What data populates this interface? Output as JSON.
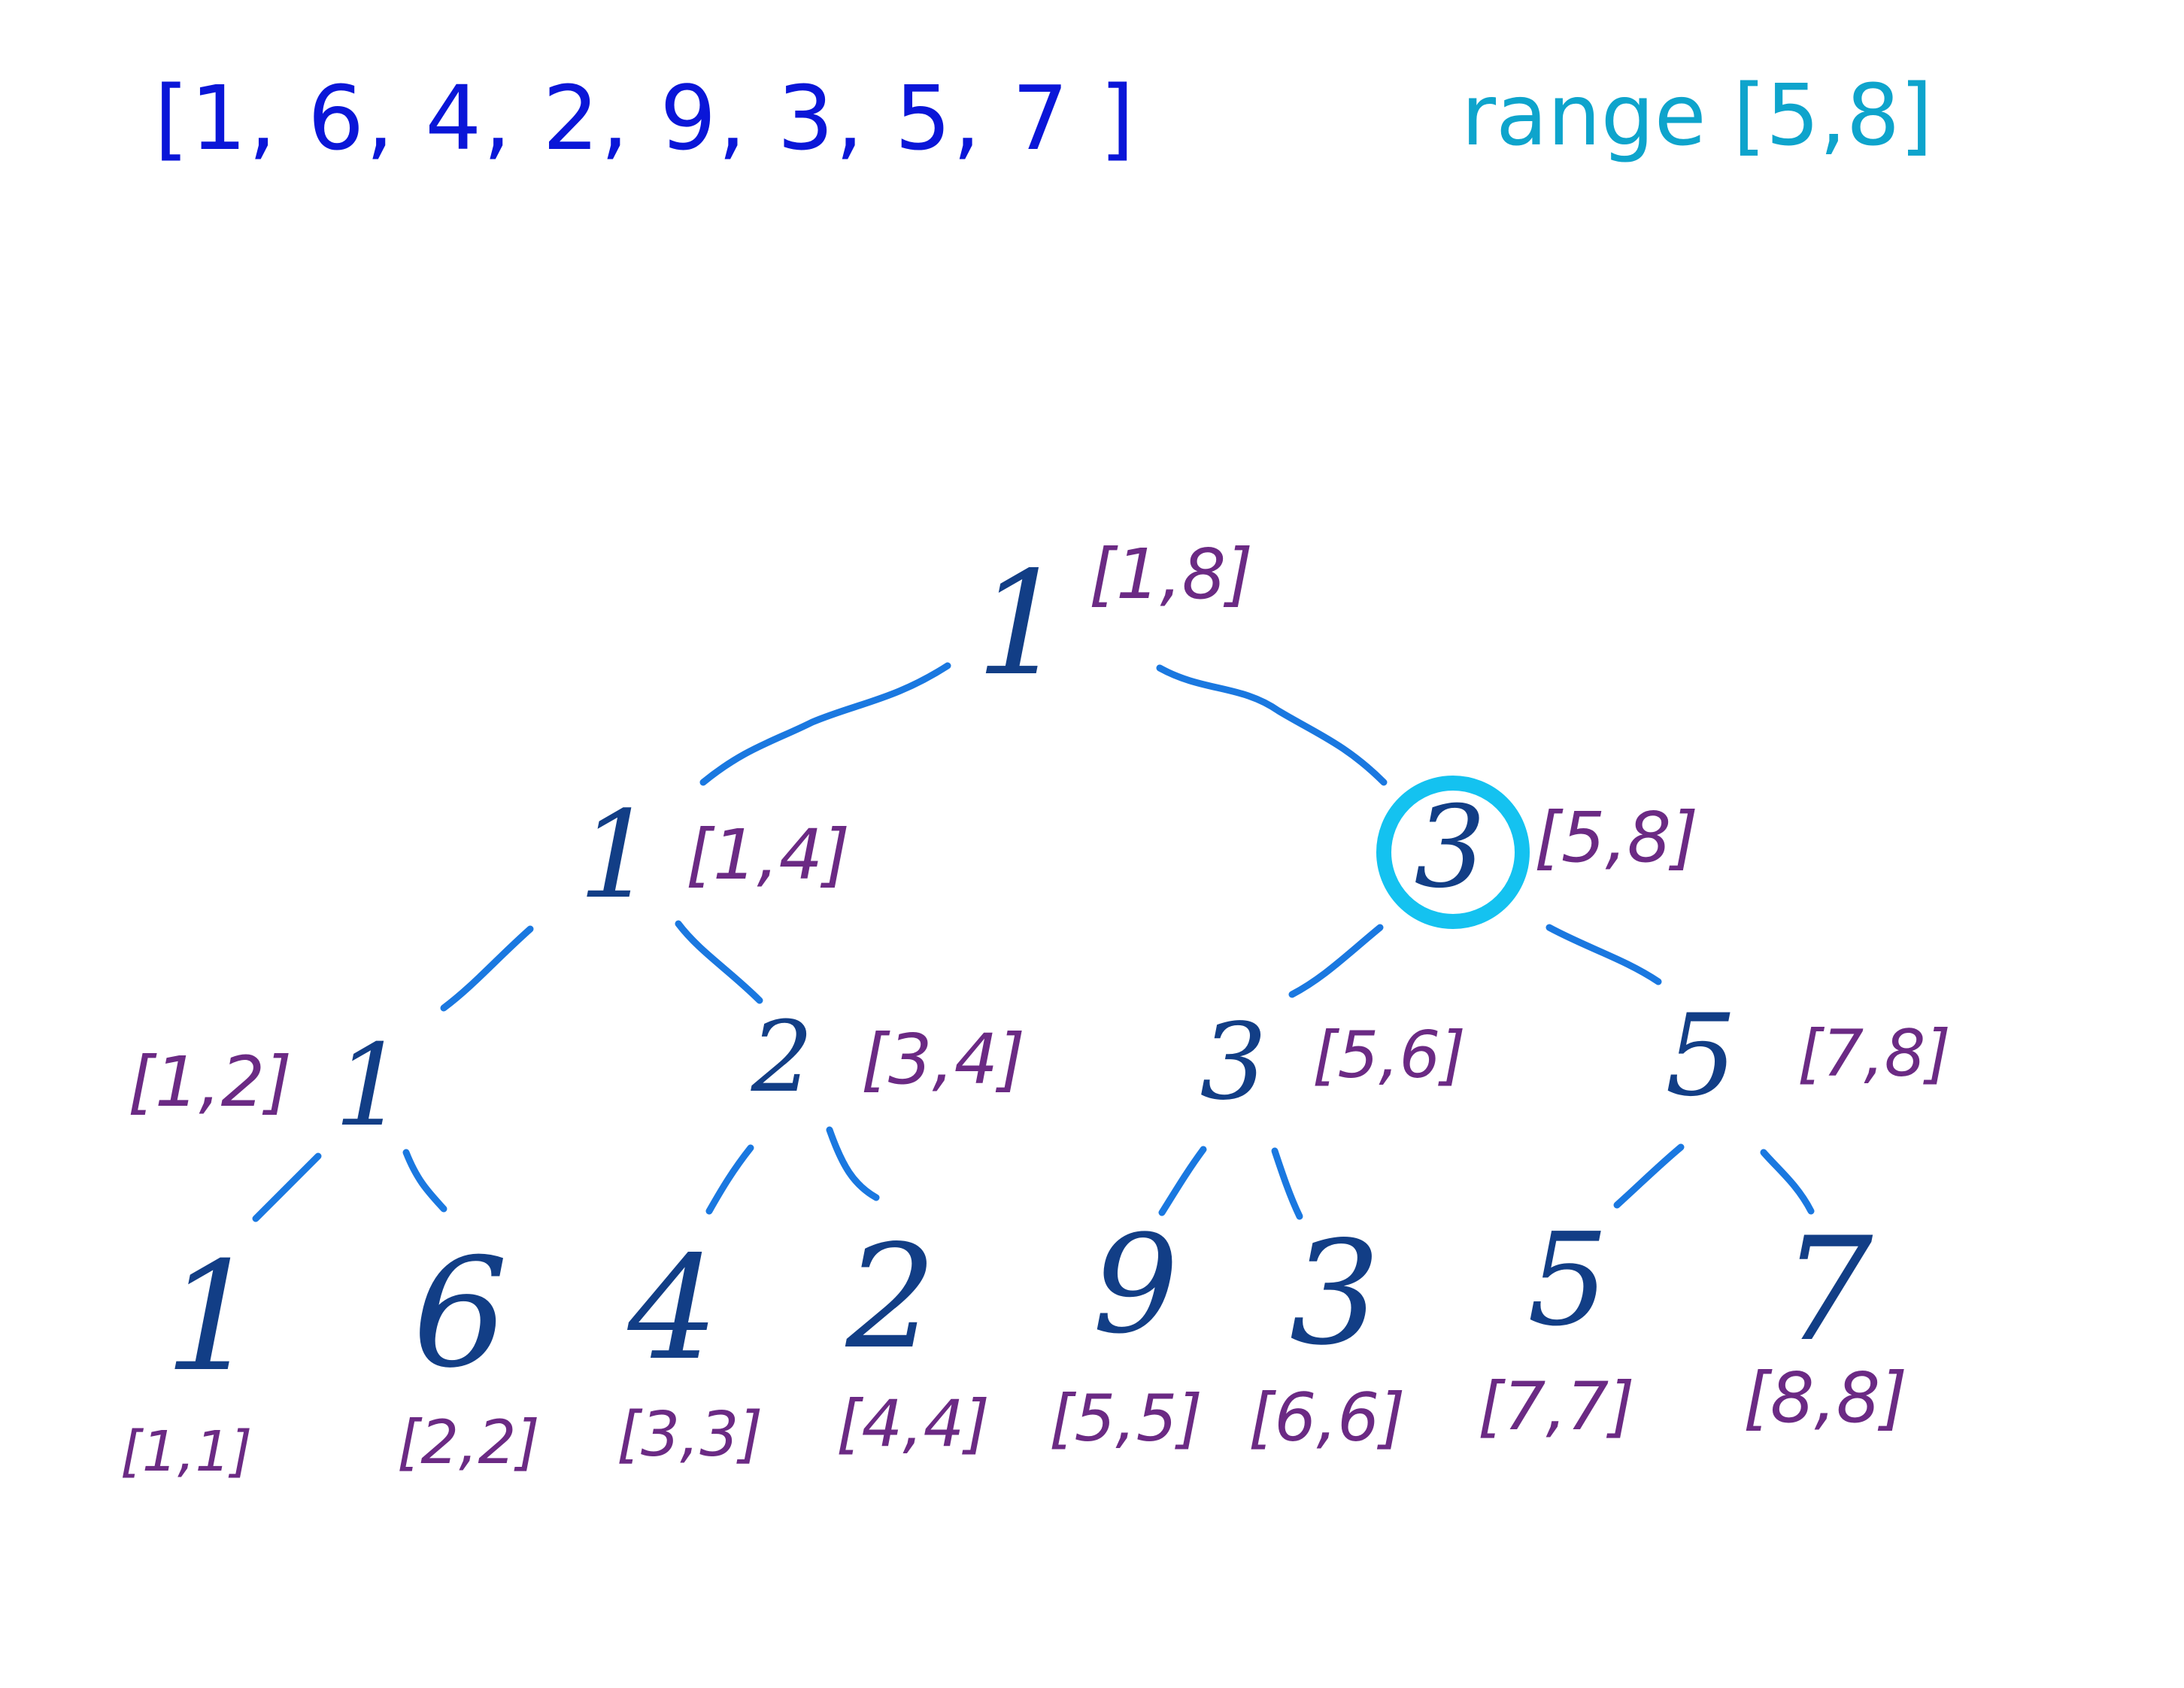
{
  "header": {
    "array_text": "[1, 6, 4, 2, 9, 3, 5, 7 ]",
    "range_text": "range [5,8]"
  },
  "colors": {
    "array_text": "#0a16d8",
    "range_text": "#0ea4cc",
    "edge": "#1a78e0",
    "node_value": "#123e86",
    "node_range": "#6b2a84",
    "highlight_circle": "#14c2f0"
  },
  "tree": {
    "nodes": [
      {
        "id": "root",
        "value": "1",
        "range": "[1,8]"
      },
      {
        "id": "l1-left",
        "value": "1",
        "range": "[1,4]"
      },
      {
        "id": "l1-right",
        "value": "3",
        "range": "[5,8]",
        "highlighted": true
      },
      {
        "id": "l2-a",
        "value": "1",
        "range": "[1,2]"
      },
      {
        "id": "l2-b",
        "value": "2",
        "range": "[3,4]"
      },
      {
        "id": "l2-c",
        "value": "3",
        "range": "[5,6]"
      },
      {
        "id": "l2-d",
        "value": "5",
        "range": "[7,8]"
      },
      {
        "id": "leaf-1",
        "value": "1",
        "range": "[1,1]"
      },
      {
        "id": "leaf-2",
        "value": "6",
        "range": "[2,2]"
      },
      {
        "id": "leaf-3",
        "value": "4",
        "range": "[3,3]"
      },
      {
        "id": "leaf-4",
        "value": "2",
        "range": "[4,4]"
      },
      {
        "id": "leaf-5",
        "value": "9",
        "range": "[5,5]"
      },
      {
        "id": "leaf-6",
        "value": "3",
        "range": "[6,6]"
      },
      {
        "id": "leaf-7",
        "value": "5",
        "range": "[7,7]"
      },
      {
        "id": "leaf-8",
        "value": "7",
        "range": "[8,8]"
      }
    ]
  }
}
